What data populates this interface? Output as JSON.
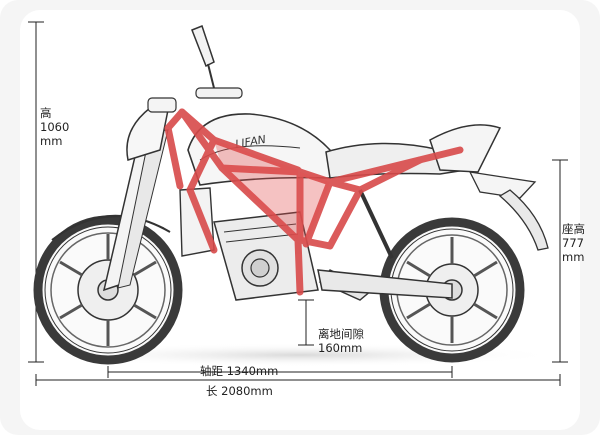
{
  "dimensions": {
    "height": {
      "label": "高",
      "value": "1060",
      "unit": "mm"
    },
    "seat_height": {
      "label": "座高",
      "value": "777",
      "unit": "mm"
    },
    "ground_clearance": {
      "label": "离地间隙",
      "value": "160mm"
    },
    "wheelbase": {
      "text": "轴距 1340mm"
    },
    "length": {
      "text": "长 2080mm"
    }
  },
  "tank_brand": "LIFAN",
  "colors": {
    "frame": "#d84a4a",
    "frame_fill": "rgba(226,80,80,0.55)",
    "line": "#333333",
    "dimension": "#222222"
  }
}
